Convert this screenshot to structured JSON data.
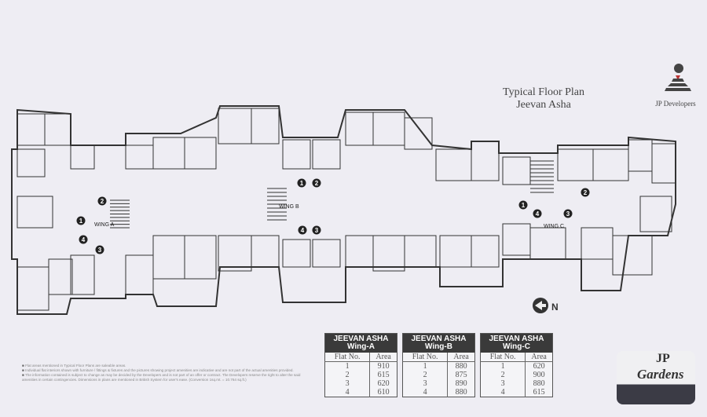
{
  "header": {
    "title_line1": "Typical Floor Plan",
    "title_line2": "Jeevan Asha",
    "developer": "JP Developers"
  },
  "plan": {
    "wings": [
      "WING A",
      "WING B",
      "WING C"
    ],
    "flat_numbers": [
      "1",
      "2",
      "3",
      "4"
    ],
    "north_label": "N"
  },
  "tables": [
    {
      "title1": "JEEVAN ASHA",
      "title2": "Wing-A",
      "col1": "Flat No.",
      "col2": "Area",
      "rows": [
        [
          "1",
          "910"
        ],
        [
          "2",
          "615"
        ],
        [
          "3",
          "620"
        ],
        [
          "4",
          "610"
        ]
      ]
    },
    {
      "title1": "JEEVAN ASHA",
      "title2": "Wing-B",
      "col1": "Flat No.",
      "col2": "Area",
      "rows": [
        [
          "1",
          "880"
        ],
        [
          "2",
          "875"
        ],
        [
          "3",
          "890"
        ],
        [
          "4",
          "880"
        ]
      ]
    },
    {
      "title1": "JEEVAN ASHA",
      "title2": "Wing-C",
      "col1": "Flat No.",
      "col2": "Area",
      "rows": [
        [
          "1",
          "620"
        ],
        [
          "2",
          "900"
        ],
        [
          "3",
          "880"
        ],
        [
          "4",
          "615"
        ]
      ]
    }
  ],
  "notes": [
    "Flat areas mentioned in Typical Floor Plans are saleable areas.",
    "Individual flat interiors shown with furniture / fittings & fixtures and the pictures showing project amenities are indicative and are not part of the actual amenities provided.",
    "The information contained is subject to change as may be decided by the Developers and is not part of an offer or contract. The Developers reserve the right to alter the said amenities in certain contingencies. Dimensions in plans are mentioned in British System for user's ease. (Conversion 1sq.mt. = 10.764 sq.ft.)"
  ],
  "brand": {
    "logo_text": "JP Gardens"
  },
  "colors": {
    "background": "#eeedf3",
    "lines": "#333333",
    "table_header": "#3a3a3a"
  }
}
